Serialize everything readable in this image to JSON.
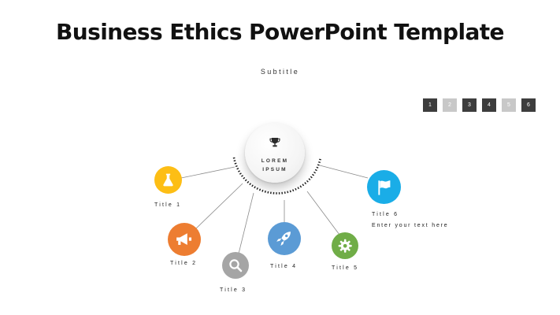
{
  "header": {
    "title": "Business Ethics PowerPoint Template",
    "subtitle": "Subtitle"
  },
  "pager": {
    "pages": [
      {
        "label": "1",
        "style": "dark"
      },
      {
        "label": "2",
        "style": "light"
      },
      {
        "label": "3",
        "style": "dark"
      },
      {
        "label": "4",
        "style": "dark"
      },
      {
        "label": "5",
        "style": "light"
      },
      {
        "label": "6",
        "style": "dark"
      }
    ]
  },
  "hub": {
    "icon": "trophy-icon",
    "label_line1": "LOREM",
    "label_line2": "IPSUM"
  },
  "nodes": [
    {
      "title": "Title 1",
      "icon": "flask-icon",
      "color": "#FDBE15"
    },
    {
      "title": "Title 2",
      "icon": "megaphone-icon",
      "color": "#ED7D31"
    },
    {
      "title": "Title 3",
      "icon": "magnifier-icon",
      "color": "#A5A5A5"
    },
    {
      "title": "Title 4",
      "icon": "rocket-icon",
      "color": "#5B9BD5"
    },
    {
      "title": "Title 5",
      "icon": "gear-icon",
      "color": "#70AD47"
    },
    {
      "title": "Title 6",
      "icon": "flag-icon",
      "color": "#1AADE7",
      "description": "Enter your text here"
    }
  ]
}
